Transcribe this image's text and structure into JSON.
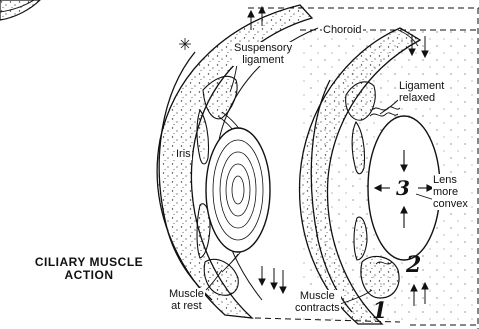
{
  "title": {
    "line1": "CILIARY MUSCLE",
    "line2": "ACTION"
  },
  "labels": {
    "choroid": "Choroid",
    "suspensory_line1": "Suspensory",
    "suspensory_line2": "ligament",
    "iris": "Iris",
    "ligament_line1": "Ligament",
    "ligament_line2": "relaxed",
    "lens_line1": "Lens",
    "lens_line2": "more",
    "lens_line3": "convex",
    "muscle_rest_line1": "Muscle",
    "muscle_rest_line2": "at rest",
    "muscle_contracts_line1": "Muscle",
    "muscle_contracts_line2": "contracts"
  },
  "step_numbers": {
    "n1": "1",
    "n2": "2",
    "n3": "3"
  }
}
